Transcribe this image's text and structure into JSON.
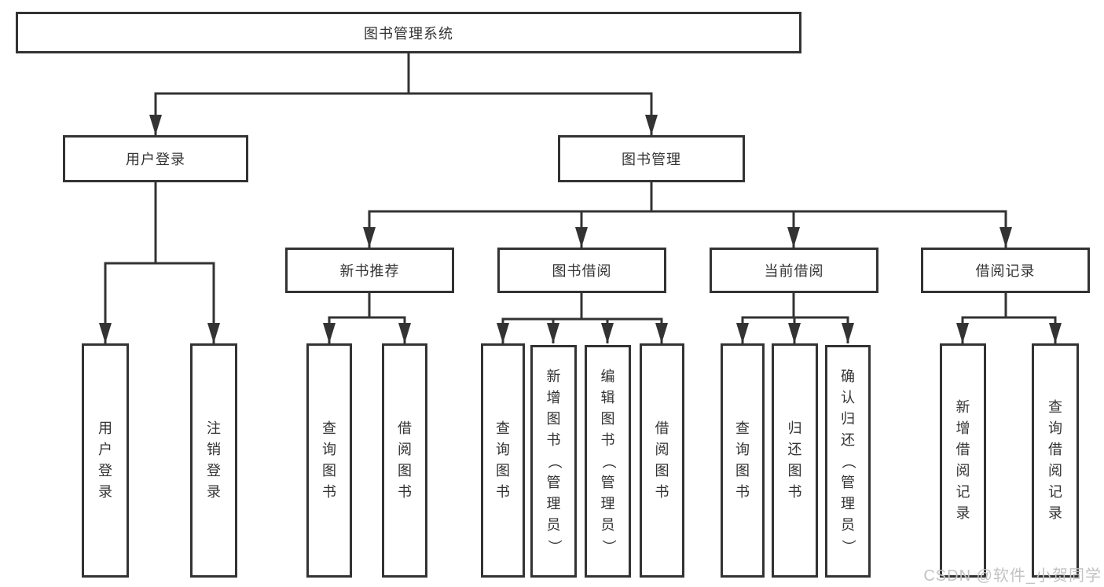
{
  "diagram": {
    "title": "图书管理系统",
    "branches": [
      {
        "label": "用户登录",
        "children": [
          {
            "label": "用户登录"
          },
          {
            "label": "注销登录"
          }
        ]
      },
      {
        "label": "图书管理",
        "children": [
          {
            "label": "新书推荐",
            "children": [
              {
                "label": "查询图书"
              },
              {
                "label": "借阅图书"
              }
            ]
          },
          {
            "label": "图书借阅",
            "children": [
              {
                "label": "查询图书"
              },
              {
                "label": "新增图书（管理员）"
              },
              {
                "label": "编辑图书（管理员）"
              },
              {
                "label": "借阅图书"
              }
            ]
          },
          {
            "label": "当前借阅",
            "children": [
              {
                "label": "查询图书"
              },
              {
                "label": "归还图书"
              },
              {
                "label": "确认归还（管理员）"
              }
            ]
          },
          {
            "label": "借阅记录",
            "children": [
              {
                "label": "新增借阅记录"
              },
              {
                "label": "查询借阅记录"
              }
            ]
          }
        ]
      }
    ]
  },
  "watermark": {
    "text": "CSDN @软件_小贺同学"
  },
  "colors": {
    "line": "#333333",
    "box_background": "#ffffff",
    "text": "#333333",
    "watermark": "#c3c3c3"
  }
}
